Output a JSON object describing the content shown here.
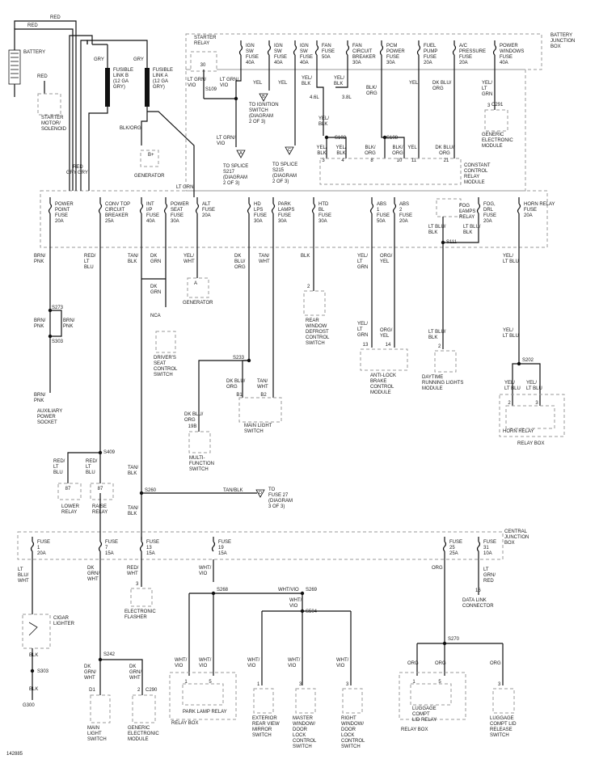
{
  "labels": {
    "battery": "BATTERY",
    "red1": "RED",
    "red2": "RED",
    "red3": "RED",
    "gry1": "GRY",
    "gry2": "GRY",
    "gry3": "GRY",
    "gry4": "GRY",
    "starter_motor": [
      "STARTER",
      "MOTOR/",
      "SOLENOID"
    ],
    "fusible_b": [
      "FUSIBLE",
      "LINK B",
      "(12 GA",
      "GRY)"
    ],
    "fusible_a": [
      "FUSIBLE",
      "LINK A",
      "(12 GA",
      "GRY)"
    ],
    "blk_org": "BLK/ORG",
    "b_plus": "B+",
    "generator": "GENERATOR",
    "lt_grn": "LT GRN",
    "bjb": [
      "BATTERY",
      "JUNCTION",
      "BOX"
    ],
    "starter_relay": [
      "STARTER",
      "RELAY"
    ],
    "starter_pin": "30",
    "ign_sw1": [
      "IGN",
      "SW",
      "FUSE",
      "40A"
    ],
    "ign_sw2": [
      "IGN",
      "SW",
      "FUSE",
      "40A"
    ],
    "ign_sw3": [
      "IGN",
      "SW",
      "FUSE",
      "40A"
    ],
    "fan_fuse": [
      "FAN",
      "FUSE",
      "50A"
    ],
    "fan_cb": [
      "FAN",
      "CIRCUIT",
      "BREAKER",
      "30A"
    ],
    "pcm_fuse": [
      "PCM",
      "POWER",
      "FUSE",
      "30A"
    ],
    "fuel_fuse": [
      "FUEL",
      "PUMP",
      "FUSE",
      "20A"
    ],
    "ac_fuse": [
      "A/C",
      "PRESSURE",
      "FUSE",
      "20A"
    ],
    "pw_fuse": [
      "POWER",
      "WINDOWS",
      "FUSE",
      "40A"
    ],
    "ltgrn_vio": [
      "LT GRN/",
      "VIO"
    ],
    "ltgrn_vio2": [
      "LT GRN/",
      "VIO"
    ],
    "yel1": "YEL",
    "yel2": "YEL",
    "yel3": "YEL",
    "yel_blk1": [
      "YEL/",
      "BLK"
    ],
    "yel_blk2": [
      "YEL/",
      "BLK"
    ],
    "blk_org2": [
      "BLK/",
      "ORG"
    ],
    "dkblu_org": [
      "DK BLU/",
      "ORG"
    ],
    "yel_ltgrn": [
      "YEL/",
      "LT",
      "GRN"
    ],
    "s109": "S109",
    "to_ign": [
      "TO IGNITION",
      "SWITCH",
      "(DIAGRAM",
      "2 OF 3)"
    ],
    "ref_b": "B",
    "eng46": "4.6L",
    "eng38": "3.8L",
    "yel_blk3": [
      "YEL/",
      "BLK"
    ],
    "c291": "C291",
    "gem_pin": "3",
    "gem1": [
      "GENERIC",
      "ELECTRONIC",
      "MODULE"
    ],
    "s102": "S102",
    "s108": "S108",
    "pin_labels": [
      "YEL/",
      "BLK",
      "YEL/",
      "BLK",
      "BLK/",
      "ORG",
      "BLK/",
      "ORG",
      "YEL",
      "DK BLU/",
      "ORG"
    ],
    "pin_nums": [
      "3",
      "4",
      "8",
      "10",
      "11",
      "21"
    ],
    "ccrm": [
      "CONSTANT",
      "CONTROL",
      "RELAY",
      "MODULE"
    ],
    "ref_a": "A",
    "ref_c": "C",
    "splice217": [
      "TO SPLICE",
      "S217",
      "(DIAGRAM",
      "2 OF 3)"
    ],
    "splice215": [
      "TO SPLICE",
      "S215",
      "(DIAGRAM",
      "2 OF 3)"
    ],
    "pp_fuse": [
      "POWER",
      "POINT",
      "FUSE",
      "20A"
    ],
    "conv_cb": [
      "CONV TOP",
      "CIRCUIT",
      "BREAKER",
      "25A"
    ],
    "int_ip": [
      "INT",
      "I/P",
      "FUSE",
      "40A"
    ],
    "pwr_seat": [
      "POWER",
      "SEAT",
      "FUSE",
      "30A"
    ],
    "alt_fuse": [
      "ALT",
      "FUSE",
      "20A"
    ],
    "hd_lps": [
      "HD",
      "LPS",
      "FUSE",
      "30A"
    ],
    "park_lamps": [
      "PARK",
      "LAMPS",
      "FUSE",
      "30A"
    ],
    "htd_bl": [
      "HTD",
      "BL",
      "FUSE",
      "30A"
    ],
    "abs1": [
      "ABS",
      "1",
      "FUSE",
      "50A"
    ],
    "abs2": [
      "ABS",
      "2",
      "FUSE",
      "20A"
    ],
    "fog_relay": [
      "FOG",
      "LAMPS",
      "RELAY"
    ],
    "fog_drl": [
      "FOG,",
      "DRL",
      "FUSE",
      "20A"
    ],
    "horn_relay_fuse": [
      "HORN RELAY",
      "FUSE",
      "20A"
    ],
    "brn_pnk": [
      "BRN/",
      "PNK"
    ],
    "red_ltblu": [
      "RED/",
      "LT",
      "BLU"
    ],
    "tan_blk": [
      "TAN/",
      "BLK"
    ],
    "dk_grn": [
      "DK",
      "GRN"
    ],
    "yel_wht": [
      "YEL/",
      "WHT"
    ],
    "dkblu_org2": [
      "DK",
      "BLU/",
      "ORG"
    ],
    "tan_wht": [
      "TAN/",
      "WHT"
    ],
    "blk": "BLK",
    "yel_ltgrn2": [
      "YEL/",
      "LT",
      "GRN"
    ],
    "org_yel": [
      "ORG/",
      "YEL"
    ],
    "ltblu_blk": [
      "LT BLU/",
      "BLK"
    ],
    "ltblu_blk2": [
      "LT BLU/",
      "BLK"
    ],
    "yel_ltblu": [
      "YEL/",
      "LT BLU"
    ],
    "s111": "S111",
    "gen_a": "A",
    "generator2": "GENERATOR",
    "dk_grn2": [
      "DK",
      "GRN"
    ],
    "nca": "NCA",
    "seat_switch": [
      "DRIVER'S",
      "SEAT",
      "CONTROL",
      "SWITCH"
    ],
    "s273": "S273",
    "brn_pnk2": [
      "BRN/",
      "PNK"
    ],
    "brn_pnk3": [
      "BRN/",
      "PNK"
    ],
    "s303": "S303",
    "brn_pnk4": [
      "BRN/",
      "PNK"
    ],
    "aux_socket": [
      "AUXILIARY",
      "POWER",
      "SOCKET"
    ],
    "rw_pin": "2",
    "rw_switch": [
      "REAR",
      "WINDOW",
      "DEFROST",
      "CONTROL",
      "SWITCH"
    ],
    "yel_ltgrn3": [
      "YEL/",
      "LT",
      "GRN"
    ],
    "org_yel2": [
      "ORG/",
      "YEL"
    ],
    "abs_pins": [
      "13",
      "14"
    ],
    "abs_module": [
      "ANTI-LOCK",
      "BRAKE",
      "CONTROL",
      "MODULE"
    ],
    "ltblu_blk3": [
      "LT BLU/",
      "BLK"
    ],
    "drl_pin": "2",
    "drl_module": [
      "DAYTIME",
      "RUNNING LIGHTS",
      "MODULE"
    ],
    "yel_ltblu2": [
      "YEL/",
      "LT BLU"
    ],
    "s202": "S202",
    "yel_ltblu3": [
      "YEL/",
      "LT BLU"
    ],
    "yel_ltblu4": [
      "YEL/",
      "LT BLU"
    ],
    "horn_pins": [
      "2",
      "3"
    ],
    "horn_relay": "HORN RELAY",
    "relay_box": "RELAY BOX",
    "s233": "S233",
    "dkblu_org3": [
      "DK BLU/",
      "ORG"
    ],
    "tan_wht2": [
      "TAN/",
      "WHT"
    ],
    "ml_pins": [
      "B1",
      "B2"
    ],
    "main_light": [
      "MAIN LIGHT",
      "SWITCH"
    ],
    "dkblu_org4": [
      "DK BLU/",
      "ORG"
    ],
    "mf_pin": "19B",
    "mf_switch": [
      "MULTI-",
      "FUNCTION",
      "SWITCH"
    ],
    "s409": "S409",
    "red_ltblu2": [
      "RED/",
      "LT",
      "BLU"
    ],
    "red_ltblu3": [
      "RED/",
      "LT",
      "BLU"
    ],
    "relay_pins": [
      "87",
      "87"
    ],
    "lower_relay": [
      "LOWER",
      "RELAY"
    ],
    "raise_relay": [
      "RAISE",
      "RELAY"
    ],
    "tan_blk2": [
      "TAN/",
      "BLK"
    ],
    "s260": "S260",
    "tan_blk3": "TAN/BLK",
    "ref_d": "D",
    "to_fuse27": [
      "TO",
      "FUSE 27",
      "(DIAGRAM",
      "3 OF 3)"
    ],
    "tan_blk4": [
      "TAN/",
      "BLK"
    ],
    "cjb": [
      "CENTRAL",
      "JUNCTION",
      "BOX"
    ],
    "fuse1": [
      "FUSE",
      "1",
      "20A"
    ],
    "fuse7": [
      "FUSE",
      "7",
      "15A"
    ],
    "fuse13": [
      "FUSE",
      "13",
      "15A"
    ],
    "fuse19": [
      "FUSE",
      "19",
      "15A"
    ],
    "fuse25": [
      "FUSE",
      "25",
      "25A"
    ],
    "fuse31": [
      "FUSE",
      "31",
      "10A"
    ],
    "lt_blu_wht": [
      "LT",
      "BLU/",
      "WHT"
    ],
    "dk_grn_wht": [
      "DK",
      "GRN/",
      "WHT"
    ],
    "red_wht": [
      "RED/",
      "WHT"
    ],
    "wht_vio": [
      "WHT/",
      "VIO"
    ],
    "org": "ORG",
    "lt_grn_red": [
      "LT",
      "GRN/",
      "RED"
    ],
    "flasher_pin": "3",
    "flasher": [
      "ELECTRONIC",
      "FLASHER"
    ],
    "dlc_pin": "16",
    "dlc": [
      "DATA LINK",
      "CONNECTOR"
    ],
    "cigar": [
      "CIGAR",
      "LIGHTER"
    ],
    "s268": "S268",
    "s269": "S269",
    "wht_vio2": "WHT/VIO",
    "wht_vio3": [
      "WHT/",
      "VIO"
    ],
    "s504": "S504",
    "s270": "S270",
    "blk2": "BLK",
    "s303b": "S303",
    "blk3": "BLK",
    "g300": "G300",
    "s242": "S242",
    "dk_grn_wht2": [
      "DK",
      "GRN/",
      "WHT"
    ],
    "dk_grn_wht3": [
      "DK",
      "GRN/",
      "WHT"
    ],
    "ml_pin_d1": "D1",
    "gem2_pin": "2",
    "c290": "C290",
    "main_light2": [
      "MAIN",
      "LIGHT",
      "SWITCH"
    ],
    "gem2": [
      "GENERIC",
      "ELECTRONIC",
      "MODULE"
    ],
    "wv_a": [
      "WHT/",
      "VIO"
    ],
    "wv_b": [
      "WHT/",
      "VIO"
    ],
    "wv_c": [
      "WHT/",
      "VIO"
    ],
    "wv_d": [
      "WHT/",
      "VIO"
    ],
    "wv_e": [
      "WHT/",
      "VIO"
    ],
    "plr_pins": [
      "1",
      "5"
    ],
    "park_lamp_relay": "PARK LAMP RELAY",
    "relay_box2": "RELAY BOX",
    "mirror_pin": "1",
    "mirror": [
      "EXTERIOR",
      "REAR VIEW",
      "MIRROR",
      "SWITCH"
    ],
    "master_pin": "3",
    "master": [
      "MASTER",
      "WINDOW/",
      "DOOR",
      "LOCK",
      "CONTROL",
      "SWITCH"
    ],
    "right_pin": "3",
    "right_sw": [
      "RIGHT",
      "WINDOW/",
      "DOOR",
      "LOCK",
      "CONTROL",
      "SWITCH"
    ],
    "org2": "ORG",
    "org3": "ORG",
    "org4": "ORG",
    "lid_pins": [
      "1",
      "5"
    ],
    "lid_relay": [
      "LUGGAGE",
      "COMPT",
      "LID RELAY"
    ],
    "relay_box3": "RELAY BOX",
    "lid_sw_pin": "3",
    "lid_switch": [
      "LUGGAGE",
      "COMPT LID",
      "RELEASE",
      "SWITCH"
    ],
    "figure_id": "142885"
  }
}
